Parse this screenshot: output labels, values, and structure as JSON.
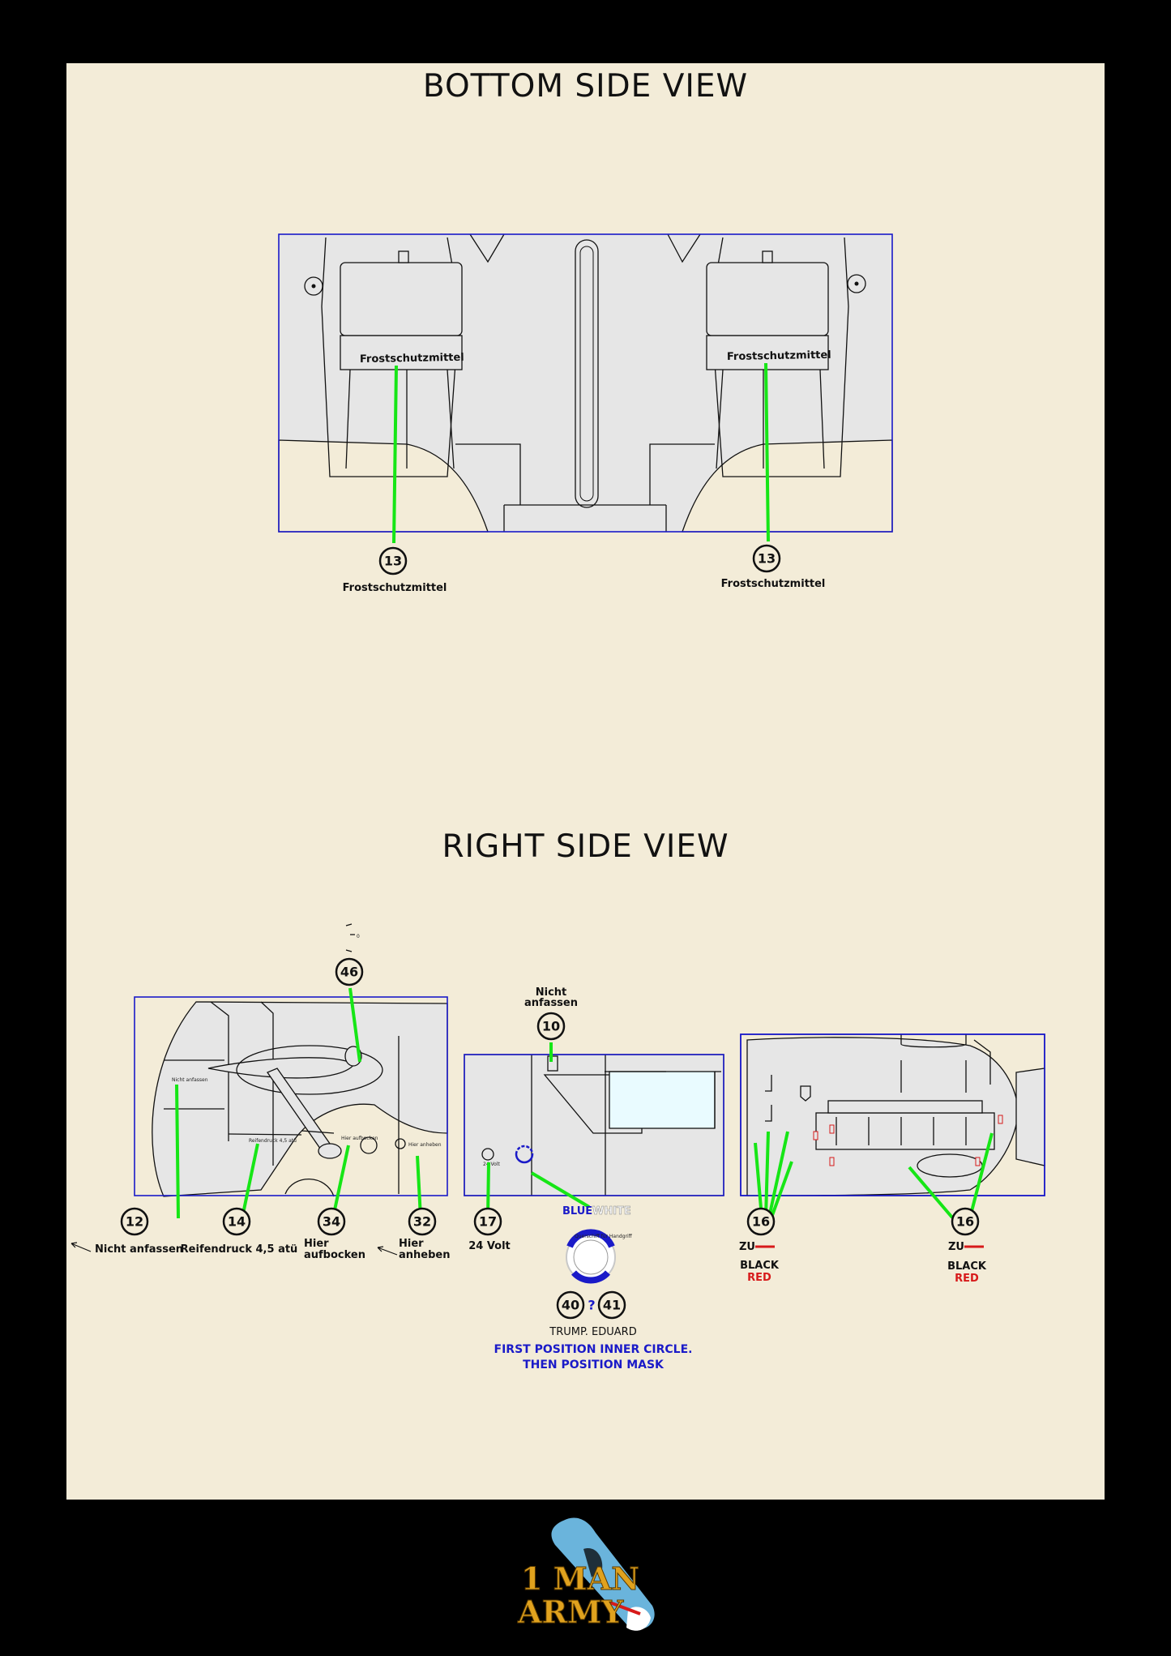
{
  "bottom_view": {
    "title": "BOTTOM SIDE VIEW",
    "panel_text_left": "Frostschutzmittel",
    "panel_text_right": "Frostschutzmittel",
    "callouts": [
      {
        "number": "13",
        "label": "Frostschutzmittel"
      },
      {
        "number": "13",
        "label": "Frostschutzmittel"
      }
    ]
  },
  "right_view": {
    "title": "RIGHT SIDE VIEW",
    "callouts": {
      "c46": {
        "number": "46"
      },
      "c10": {
        "number": "10",
        "label_line1": "Nicht",
        "label_line2": "anfassen"
      },
      "c12": {
        "number": "12",
        "label": "Nicht anfassen"
      },
      "c14": {
        "number": "14",
        "label": "Reifendruck 4,5 atü"
      },
      "c34": {
        "number": "34",
        "label_line1": "Hier",
        "label_line2": "aufbocken"
      },
      "c32": {
        "number": "32",
        "label_line1": "Hier",
        "label_line2": "anheben"
      },
      "c17": {
        "number": "17",
        "label": "24 Volt"
      },
      "c40": {
        "number": "40"
      },
      "c41": {
        "number": "41"
      },
      "c16a": {
        "number": "16",
        "zu": "ZU",
        "black": "BLACK",
        "red": "RED"
      },
      "c16b": {
        "number": "16",
        "zu": "ZU",
        "black": "BLACK",
        "red": "RED"
      }
    },
    "tiny_texts": {
      "nicht_anfassen": "Nicht anfassen",
      "reifendruck": "Reifendruck 4,5 atü",
      "hier_aufbocken": "Hier aufbocken",
      "hier_anheben": "Hier anheben",
      "volt": "24 Volt",
      "ring_text": "Querschiff für Handgriff"
    },
    "ring_labels": {
      "blue": "BLUE",
      "white": "WHITE"
    },
    "question_mark": "?",
    "trump_eduard": "TRUMP. EDUARD",
    "note_line1": "FIRST POSITION INNER CIRCLE.",
    "note_line2": "THEN POSITION MASK"
  },
  "logo": {
    "line1": "1 MAN",
    "line2": "ARMY"
  },
  "colors": {
    "background": "#000000",
    "sheet": "#f3ecd8",
    "leader": "#16e616",
    "frame": "#1a1ac8",
    "panel": "#e6e6e6",
    "red": "#d71a1a",
    "logo_text": "#e0a21e",
    "logo_badge": "#6ab4dc"
  }
}
